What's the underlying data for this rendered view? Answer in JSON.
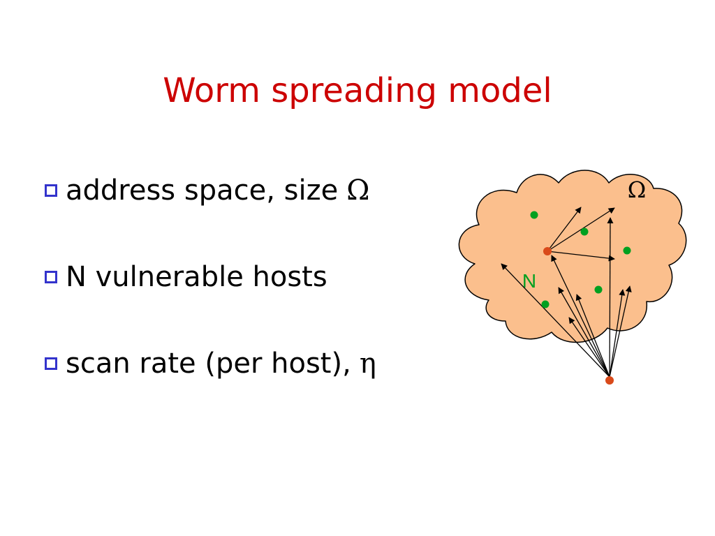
{
  "slide": {
    "title": "Worm spreading model",
    "bullets": [
      {
        "text": "address space, size",
        "symbol": "Ω"
      },
      {
        "text": "N vulnerable hosts",
        "symbol": ""
      },
      {
        "text": "scan rate (per host),",
        "symbol": "η"
      }
    ]
  },
  "diagram": {
    "omega_label": "Ω",
    "n_label": "N",
    "colors": {
      "cloud_fill": "#fbbf8d",
      "cloud_stroke": "#000000",
      "vulnerable_host": "#00a020",
      "infected_host": "#d94a1a",
      "title": "#cc0000",
      "bullet": "#3333cc"
    }
  }
}
